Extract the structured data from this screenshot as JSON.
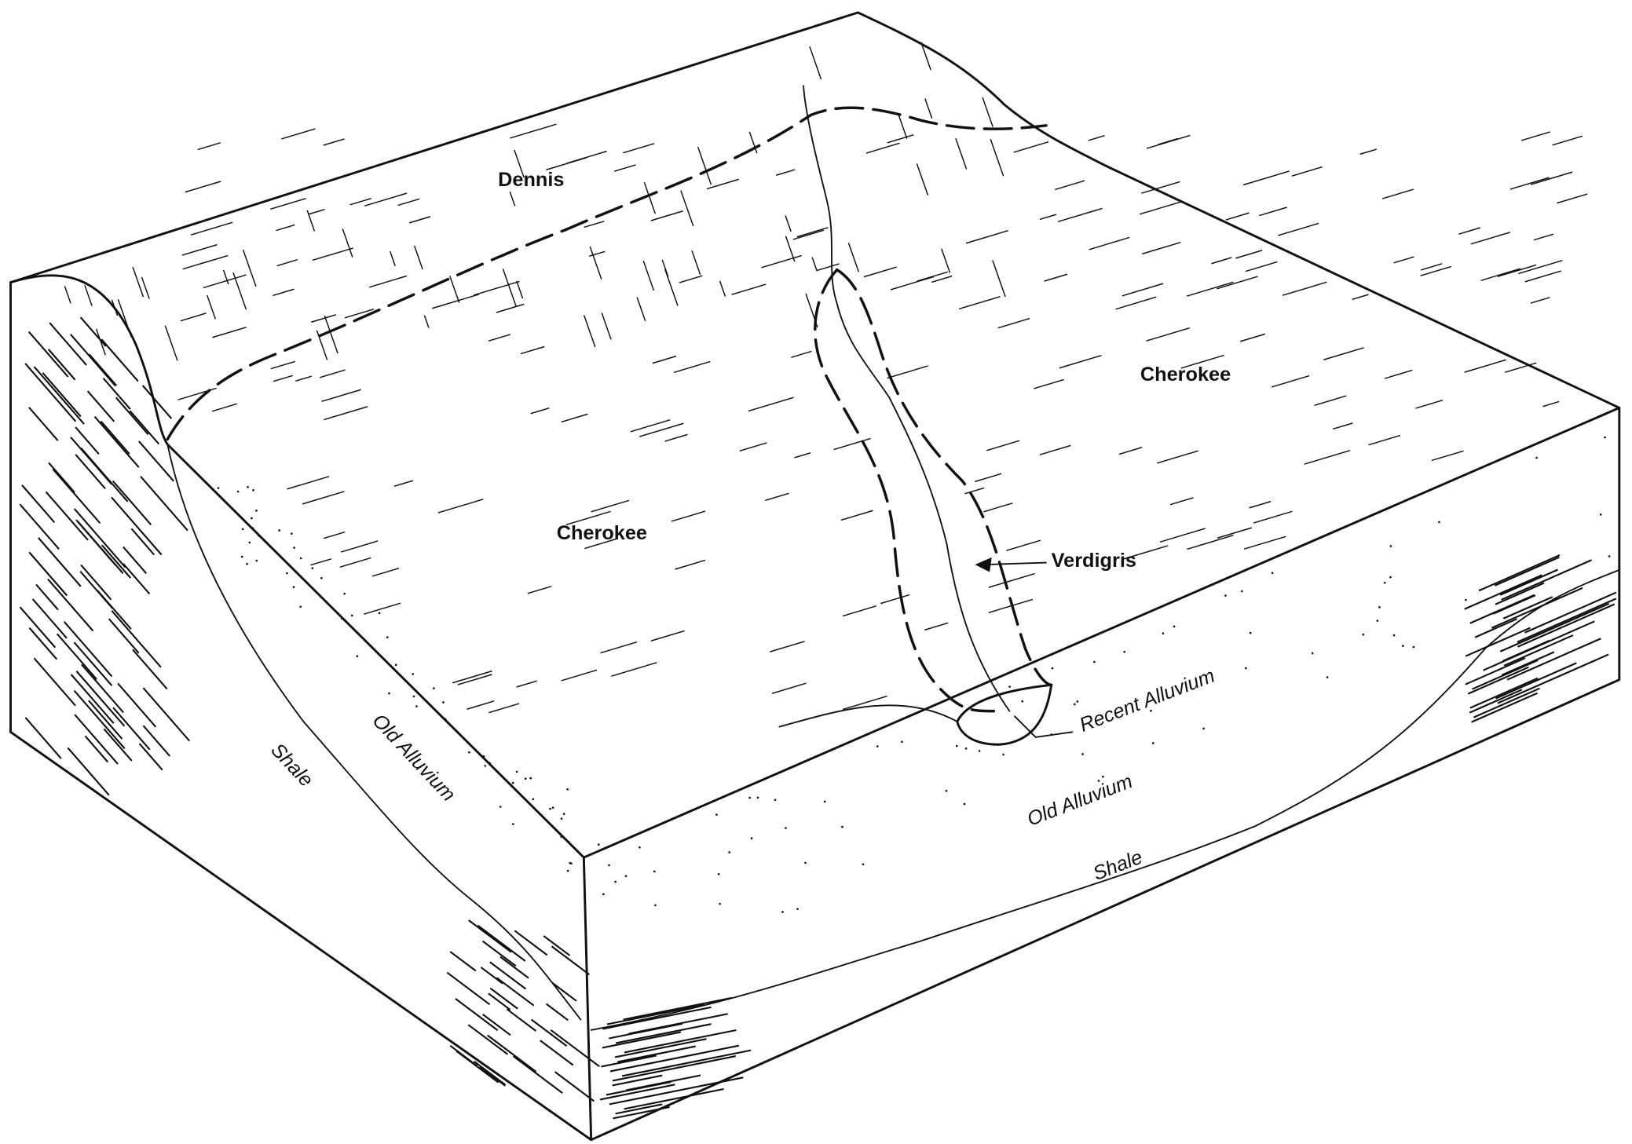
{
  "labels": {
    "dennis": "Dennis",
    "cherokee_right": "Cherokee",
    "cherokee_center": "Cherokee",
    "verdigris": "Verdigris",
    "recent_alluvium": "Recent Alluvium",
    "old_alluvium_front": "Old Alluvium",
    "old_alluvium_left": "Old Alluvium",
    "shale_front": "Shale",
    "shale_left": "Shale"
  },
  "colors": {
    "ink": "#111111",
    "paper": "#ffffff"
  }
}
